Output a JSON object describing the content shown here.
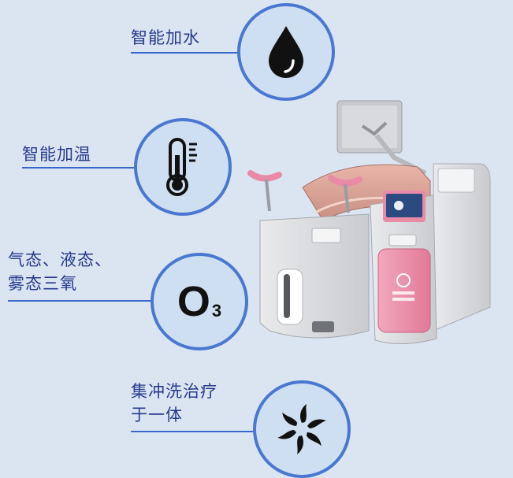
{
  "features": [
    {
      "lines": [
        "智能加水"
      ],
      "icon": "water-drop-icon"
    },
    {
      "lines": [
        "智能加温"
      ],
      "icon": "thermometer-icon"
    },
    {
      "lines": [
        "气态、液态、",
        "雾态三氧"
      ],
      "icon": "ozone-o3-icon",
      "icon_text": "O",
      "icon_sub": "3"
    },
    {
      "lines": [
        "集冲洗治疗",
        "于一体"
      ],
      "icon": "pinwheel-icon"
    }
  ],
  "colors": {
    "background": "#dbe5f2",
    "text": "#263a8c",
    "line": "#3b67c9",
    "circle_border": "#4a78d1",
    "device_accent": "#e98aa6"
  }
}
